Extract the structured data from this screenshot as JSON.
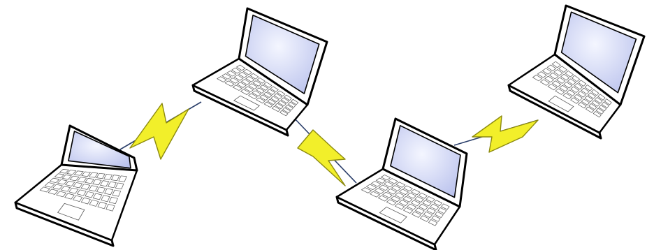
{
  "diagram": {
    "type": "network",
    "topology": "chain",
    "nodes": [
      {
        "id": "laptop-1",
        "icon": "laptop-icon"
      },
      {
        "id": "laptop-2",
        "icon": "laptop-icon"
      },
      {
        "id": "laptop-3",
        "icon": "laptop-icon"
      },
      {
        "id": "laptop-4",
        "icon": "laptop-icon"
      }
    ],
    "links": [
      {
        "from": "laptop-1",
        "to": "laptop-2",
        "icon": "lightning-bolt-icon",
        "kind": "wireless"
      },
      {
        "from": "laptop-2",
        "to": "laptop-3",
        "icon": "lightning-bolt-icon",
        "kind": "wireless"
      },
      {
        "from": "laptop-3",
        "to": "laptop-4",
        "icon": "lightning-bolt-icon",
        "kind": "wireless"
      }
    ]
  },
  "colors": {
    "background": "#ffffff",
    "outline": "#000000",
    "laptop_body": "#ffffff",
    "keys": "#ffffff",
    "screen_center": "#f4f6ff",
    "screen_edge": "#b8c0ec",
    "bolt_fill": "#f2ef2a",
    "bolt_stroke": "#8c8a10",
    "link_line": "#2a3e6a"
  }
}
